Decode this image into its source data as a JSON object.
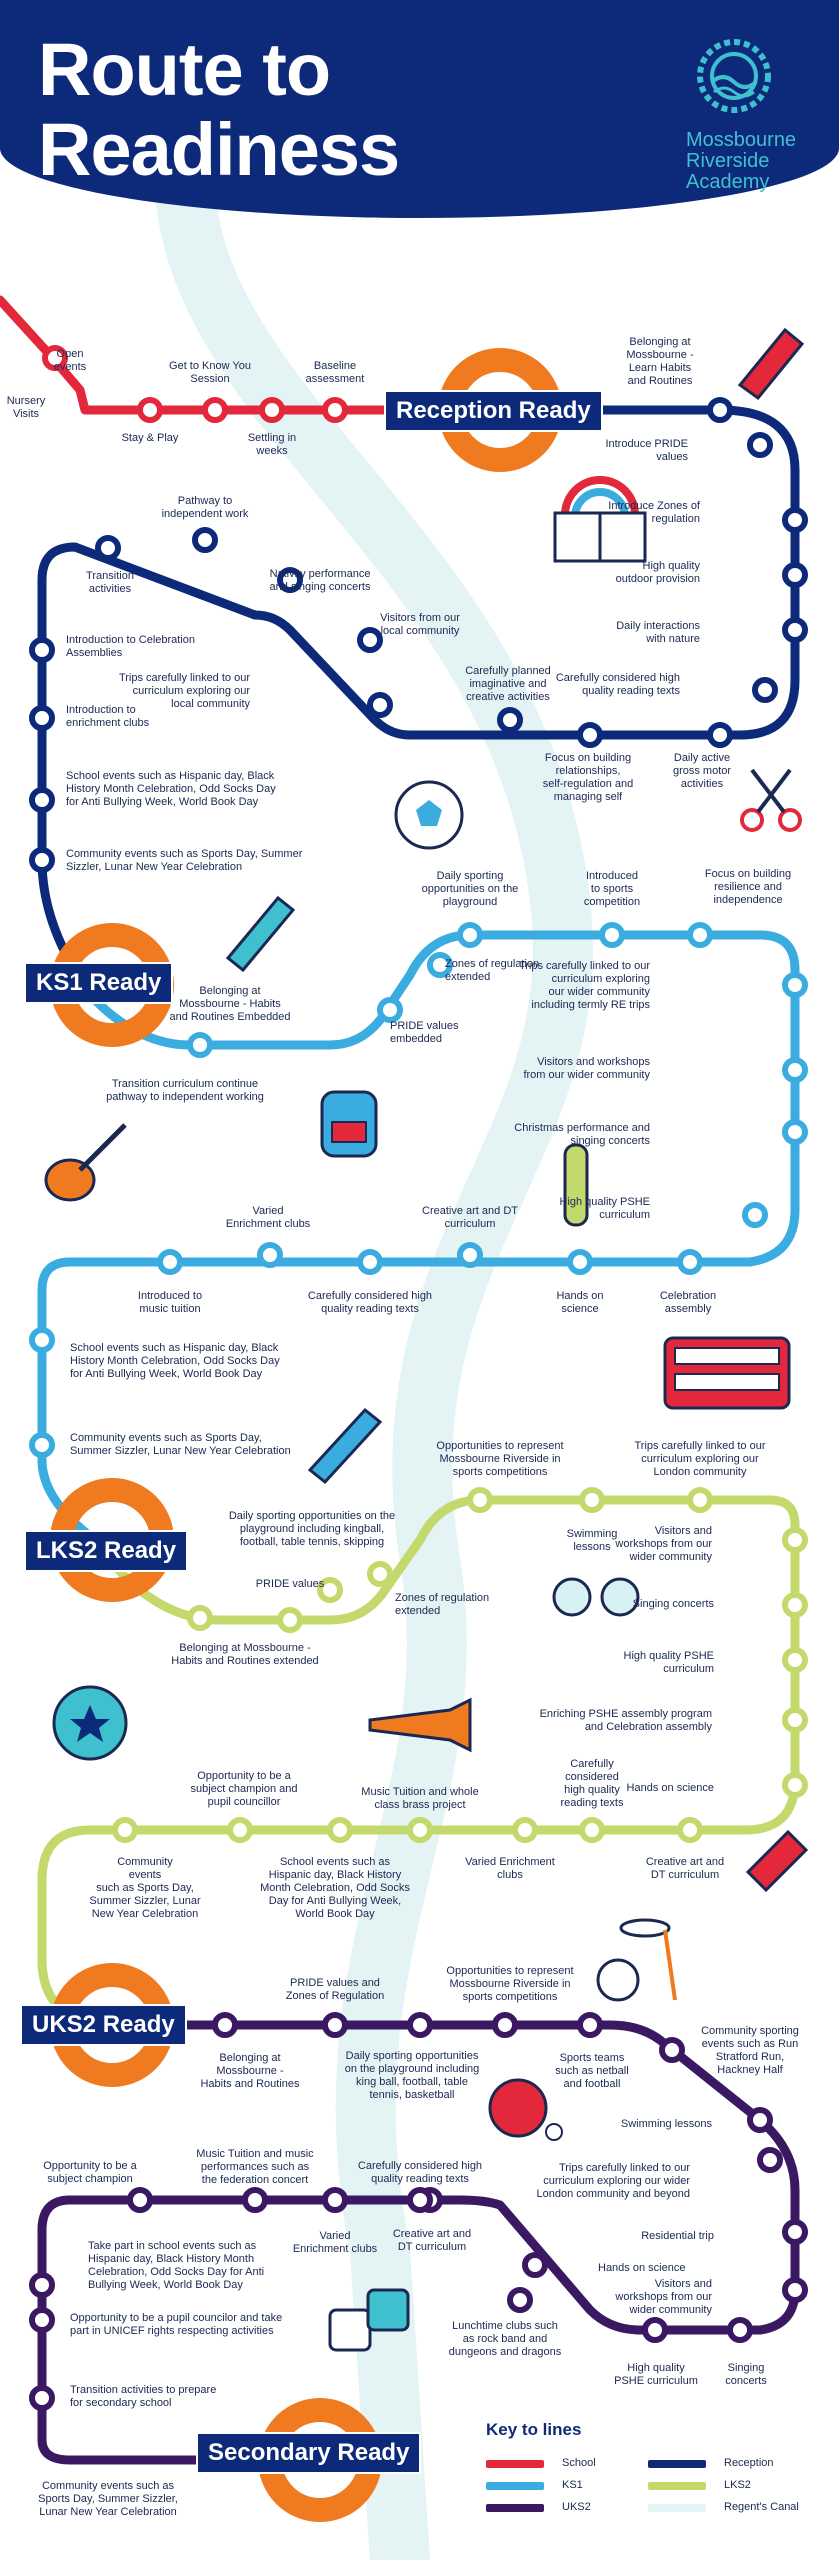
{
  "header": {
    "title": "Route to\nReadiness",
    "school_name": "Mossbourne\nRiverside\nAcademy",
    "logo_icon": "gear-wave-icon"
  },
  "colors": {
    "school": "#e2283a",
    "reception": "#0d2a7a",
    "ks1": "#3aace0",
    "lks2": "#c3d96b",
    "uks2": "#3a1862",
    "canal": "#e4f3f4",
    "interchange": "#f07a1f"
  },
  "badges": {
    "reception": "Reception Ready",
    "ks1": "KS1 Ready",
    "lks2": "LKS2 Ready",
    "uks2": "UKS2 Ready",
    "secondary": "Secondary Ready"
  },
  "stations": {
    "school": [
      "Nursery\nVisits",
      "Open\nevents",
      "Stay & Play",
      "Get to Know You\nSession",
      "Settling in\nweeks",
      "Baseline\nassessment"
    ],
    "reception": [
      "Belonging at\nMossbourne -\nLearn Habits\nand Routines",
      "Introduce PRIDE\nvalues",
      "Introduce Zones of\nregulation",
      "High quality\noutdoor provision",
      "Daily interactions\nwith nature",
      "Carefully considered high\nquality reading texts",
      "Daily active\ngross motor\nactivities",
      "Focus on building\nrelationships,\nself-regulation and\nmanaging self",
      "Carefully planned\nimaginative and\ncreative activities",
      "Trips carefully linked to our\ncurriculum exploring our\nlocal community",
      "Visitors from our\nlocal community",
      "Nativity performance\nand singing concerts",
      "Pathway to\nindependent work",
      "Transition\nactivities",
      "Introduction to Celebration\nAssemblies",
      "Introduction to\nenrichment clubs",
      "School events such as Hispanic day, Black\nHistory Month Celebration, Odd Socks Day\nfor Anti Bullying Week, World Book Day",
      "Community events such as Sports Day, Summer\nSizzler, Lunar New Year Celebration"
    ],
    "ks1": [
      "Belonging at\nMossbourne - Habits\nand Routines Embedded",
      "Transition curriculum continue\npathway to independent working",
      "PRIDE values\nembedded",
      "Zones of regulation\nextended",
      "Daily sporting\nopportunities on the\nplayground",
      "Introduced\nto sports\ncompetition",
      "Focus on building\nresilience and\nindependence",
      "Trips carefully linked to our\ncurriculum exploring\nour wider community\nincluding termly RE trips",
      "Visitors and workshops\nfrom our wider community",
      "Christmas performance and\nsinging concerts",
      "High quality PSHE\ncurriculum",
      "Celebration\nassembly",
      "Hands on\nscience",
      "Creative art and DT\ncurriculum",
      "Carefully considered high\nquality reading texts",
      "Varied\nEnrichment clubs",
      "Introduced to\nmusic tuition",
      "School events such as Hispanic day, Black\nHistory Month Celebration, Odd Socks Day\nfor Anti Bullying Week, World Book Day",
      "Community events such as Sports Day,\nSummer Sizzler, Lunar New Year Celebration"
    ],
    "lks2": [
      "Belonging at Mossbourne -\nHabits and Routines extended",
      "PRIDE values",
      "Daily sporting opportunities on the\nplayground including kingball,\nfootball, table tennis, skipping",
      "Zones of regulation\nextended",
      "Opportunities to represent\nMossbourne Riverside in\nsports competitions",
      "Swimming\nlessons",
      "Trips carefully linked to our\ncurriculum exploring our\nLondon community",
      "Visitors and\nworkshops from our\nwider community",
      "Singing concerts",
      "High quality PSHE\ncurriculum",
      "Enriching PSHE assembly program\nand Celebration assembly",
      "Hands on science",
      "Carefully\nconsidered\nhigh quality\nreading texts",
      "Creative art and\nDT curriculum",
      "Music Tuition and whole\nclass brass project",
      "Varied Enrichment\nclubs",
      "Opportunity to be a\nsubject champion and\npupil councillor",
      "School events such as\nHispanic day, Black History\nMonth Celebration, Odd Socks\nDay for Anti Bullying Week,\nWorld Book Day",
      "Community\nevents\nsuch as Sports Day,\nSummer Sizzler, Lunar\nNew Year Celebration"
    ],
    "uks2": [
      "Belonging at\nMossbourne -\nHabits and Routines",
      "PRIDE values and\nZones of Regulation",
      "Daily sporting opportunities\non the playground including\nking ball, football, table\ntennis, basketball",
      "Opportunities to represent\nMossbourne Riverside in\nsports competitions",
      "Sports teams\nsuch as netball\nand football",
      "Community sporting\nevents such as Run\nStratford Run,\nHackney Half",
      "Swimming lessons",
      "Trips carefully linked to our\ncurriculum exploring our wider\nLondon community and beyond",
      "Residential trip",
      "Visitors and\nworkshops from our\nwider community",
      "Singing\nconcerts",
      "High quality\nPSHE curriculum",
      "Lunchtime clubs such\nas rock band and\ndungeons and dragons",
      "Hands on science",
      "Creative art and\nDT curriculum",
      "Carefully considered high\nquality reading texts",
      "Varied\nEnrichment clubs",
      "Music Tuition and music\nperformances such as\nthe federation concert",
      "Opportunity to be a\nsubject champion",
      "Take part in school events such as\nHispanic day, Black History Month\nCelebration, Odd Socks Day for Anti\nBullying Week, World Book Day",
      "Opportunity to be a pupil councilor and take\npart in UNICEF rights respecting activities",
      "Transition activities to prepare\nfor secondary school",
      "Community events such as\nSports Day, Summer Sizzler,\nLunar New Year Celebration"
    ]
  },
  "icons": [
    "crayon-icon",
    "rainbow-book-icon",
    "football-icon",
    "scissors-icon",
    "pencil-icon",
    "backpack-icon",
    "guitar-icon",
    "test-tube-icon",
    "bus-icon",
    "pen-icon",
    "goggles-icon",
    "rosette-icon",
    "trumpet-icon",
    "paint-tube-icon",
    "volleyball-icon",
    "hoop-icon",
    "ping-pong-icon",
    "dice-icon"
  ],
  "key": {
    "title": "Key to lines",
    "items": [
      {
        "label": "School",
        "color": "#e2283a"
      },
      {
        "label": "Reception",
        "color": "#0d2a7a"
      },
      {
        "label": "KS1",
        "color": "#3aace0"
      },
      {
        "label": "LKS2",
        "color": "#c3d96b"
      },
      {
        "label": "UKS2",
        "color": "#3a1862"
      },
      {
        "label": "Regent's Canal",
        "color": "#e4f3f4"
      }
    ]
  }
}
